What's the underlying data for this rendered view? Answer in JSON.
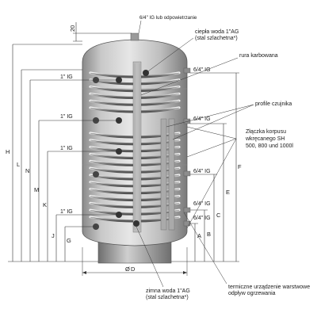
{
  "labels": {
    "top_connection": "6/4\" IG lub odpowietrzanie",
    "hot_water": "ciepła woda 1\"AG",
    "hot_water_sub": "(stal szlachetna*)",
    "corrugated_pipe": "rura karbowana",
    "sensor_profiles": "profile czujnika",
    "flange": "Złączka korpusu",
    "flange_sub1": "wkręcanego SH",
    "flange_sub2": "500, 800 und 1000l",
    "cold_water": "zimna woda 1\"AG",
    "cold_water_sub": "(stal szlachetna*)",
    "thermal_device": "termiczne urządzenie warstwowe",
    "thermal_device_sub": "odpływ ogrzewania",
    "diameter": "D",
    "top_dim": "20"
  },
  "ig_labels": {
    "ig_1": "1\" IG",
    "ig_2": "1\" IG",
    "ig_3": "1\" IG",
    "ig_4": "1\" IG",
    "ig_r1": "6/4\" IG",
    "ig_r2": "6/4\" IG",
    "ig_r3": "6/4\" IG",
    "ig_r4": "6/4\" IG",
    "ig_r5": "6/4\" IG"
  },
  "dim_letters": {
    "H": "H",
    "L": "L",
    "N": "N",
    "M": "M",
    "K": "K",
    "J": "J",
    "G": "G",
    "F": "F",
    "E": "E",
    "C": "C",
    "B": "B",
    "A": "A"
  },
  "colors": {
    "tank_light": "#dcdcdc",
    "tank_mid": "#b4b4b4",
    "tank_dark": "#7e7e7e",
    "coil": "#5a5a5a",
    "line": "#333333"
  }
}
